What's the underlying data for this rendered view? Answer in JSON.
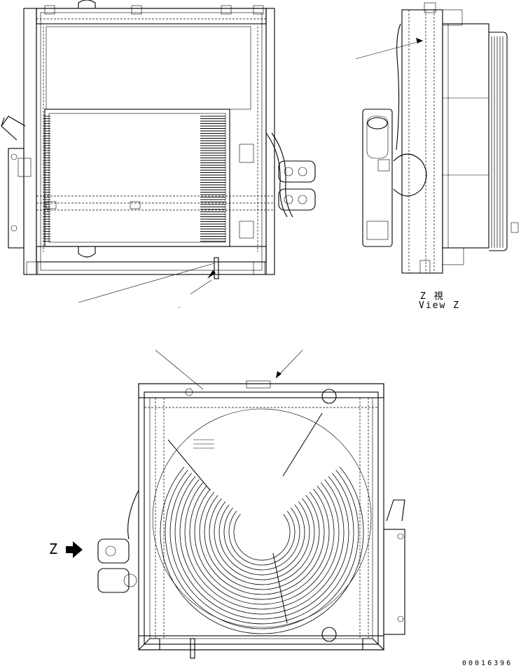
{
  "labels": {
    "view_z_japanese": "Z 視",
    "view_z_english": "View Z",
    "z_arrow_label": "Z",
    "drawing_number": "00016396"
  }
}
